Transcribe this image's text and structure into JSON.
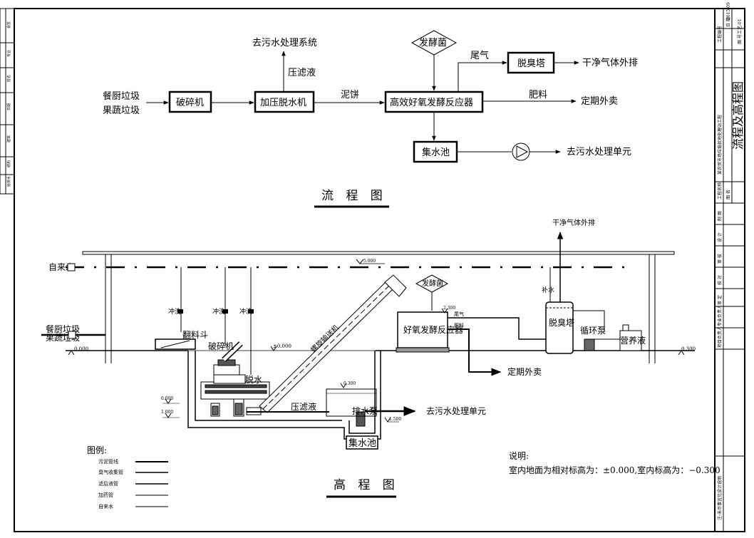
{
  "flow": {
    "input_line1": "餐厨垃圾",
    "input_line2": "果蔬垃圾",
    "crusher": "破碎机",
    "press": "加压脱水机",
    "reactor": "高效好氧发酵反应器",
    "ferment": "发酵菌",
    "deodor": "脱臭塔",
    "sump": "集水池",
    "to_sewage_system": "去污水处理系统",
    "filtrate": "压滤液",
    "cake": "泥饼",
    "tail_gas": "尾气",
    "clean_gas": "干净气体外排",
    "fertilizer": "肥料",
    "sell": "定期外卖",
    "to_sewage_unit": "去污水处理单元",
    "title": "流 程 图"
  },
  "elev": {
    "tap_water": "自来水",
    "input_line1": "餐厨垃圾",
    "input_line2": "果蔬垃圾",
    "hopper": "翻料斗",
    "crusher": "破碎机",
    "flush1": "冲洗",
    "flush2": "冲洗",
    "flush3": "冲洗",
    "dewater": "脱水",
    "conveyor": "螺旋输送机",
    "ferment": "发酵菌",
    "reactor": "好氧发酵反应器",
    "tail": "尾气",
    "fert": "肥料",
    "makeup": "补水",
    "deodor": "脱臭塔",
    "circ_pump": "循环泵",
    "nutrient": "营养液",
    "clean_gas": "干净气体外排",
    "sell": "定期外卖",
    "filtrate": "压滤液",
    "drain_pump": "排水泵",
    "sump": "集水池",
    "to_sewage_unit": "去污水处理单元",
    "el_roof": "5.000",
    "el_floor": "±0.000",
    "el_left": "0.000",
    "el_right": "0.300",
    "el_reactor": "2.300",
    "el_tank": "0.300",
    "el_a": "0.000",
    "el_b": "1.000",
    "el_c": "1.500",
    "title": "高 程 图"
  },
  "legend": {
    "title": "图例:",
    "items": [
      "污泥管线",
      "臭气收集管",
      "滤后液管",
      "加药管",
      "自来水"
    ]
  },
  "note": {
    "title": "说明:",
    "text": "室内地面为相对标高为：±0.000,室内标高为：−0.300",
    "side": "注:未尽事宜见设计说明"
  },
  "titleblock": {
    "title": "流程及高程图",
    "project_label": "工程名称",
    "project": "某农贸市场垃圾就地处理站工程",
    "drawing_label": "图 名",
    "code_label": "工程编号",
    "date_label": "日 期",
    "date": "2015.09",
    "no_label": "图 号",
    "no": "工艺-01",
    "roles": [
      "设 计",
      "制 图",
      "校 对",
      "审 核",
      "审 定",
      "项目负责人",
      "专业负责人"
    ]
  },
  "left_strip": [
    "会签",
    "专业",
    "姓名",
    "日期",
    "建筑",
    "结构",
    "给排水",
    "电气"
  ]
}
